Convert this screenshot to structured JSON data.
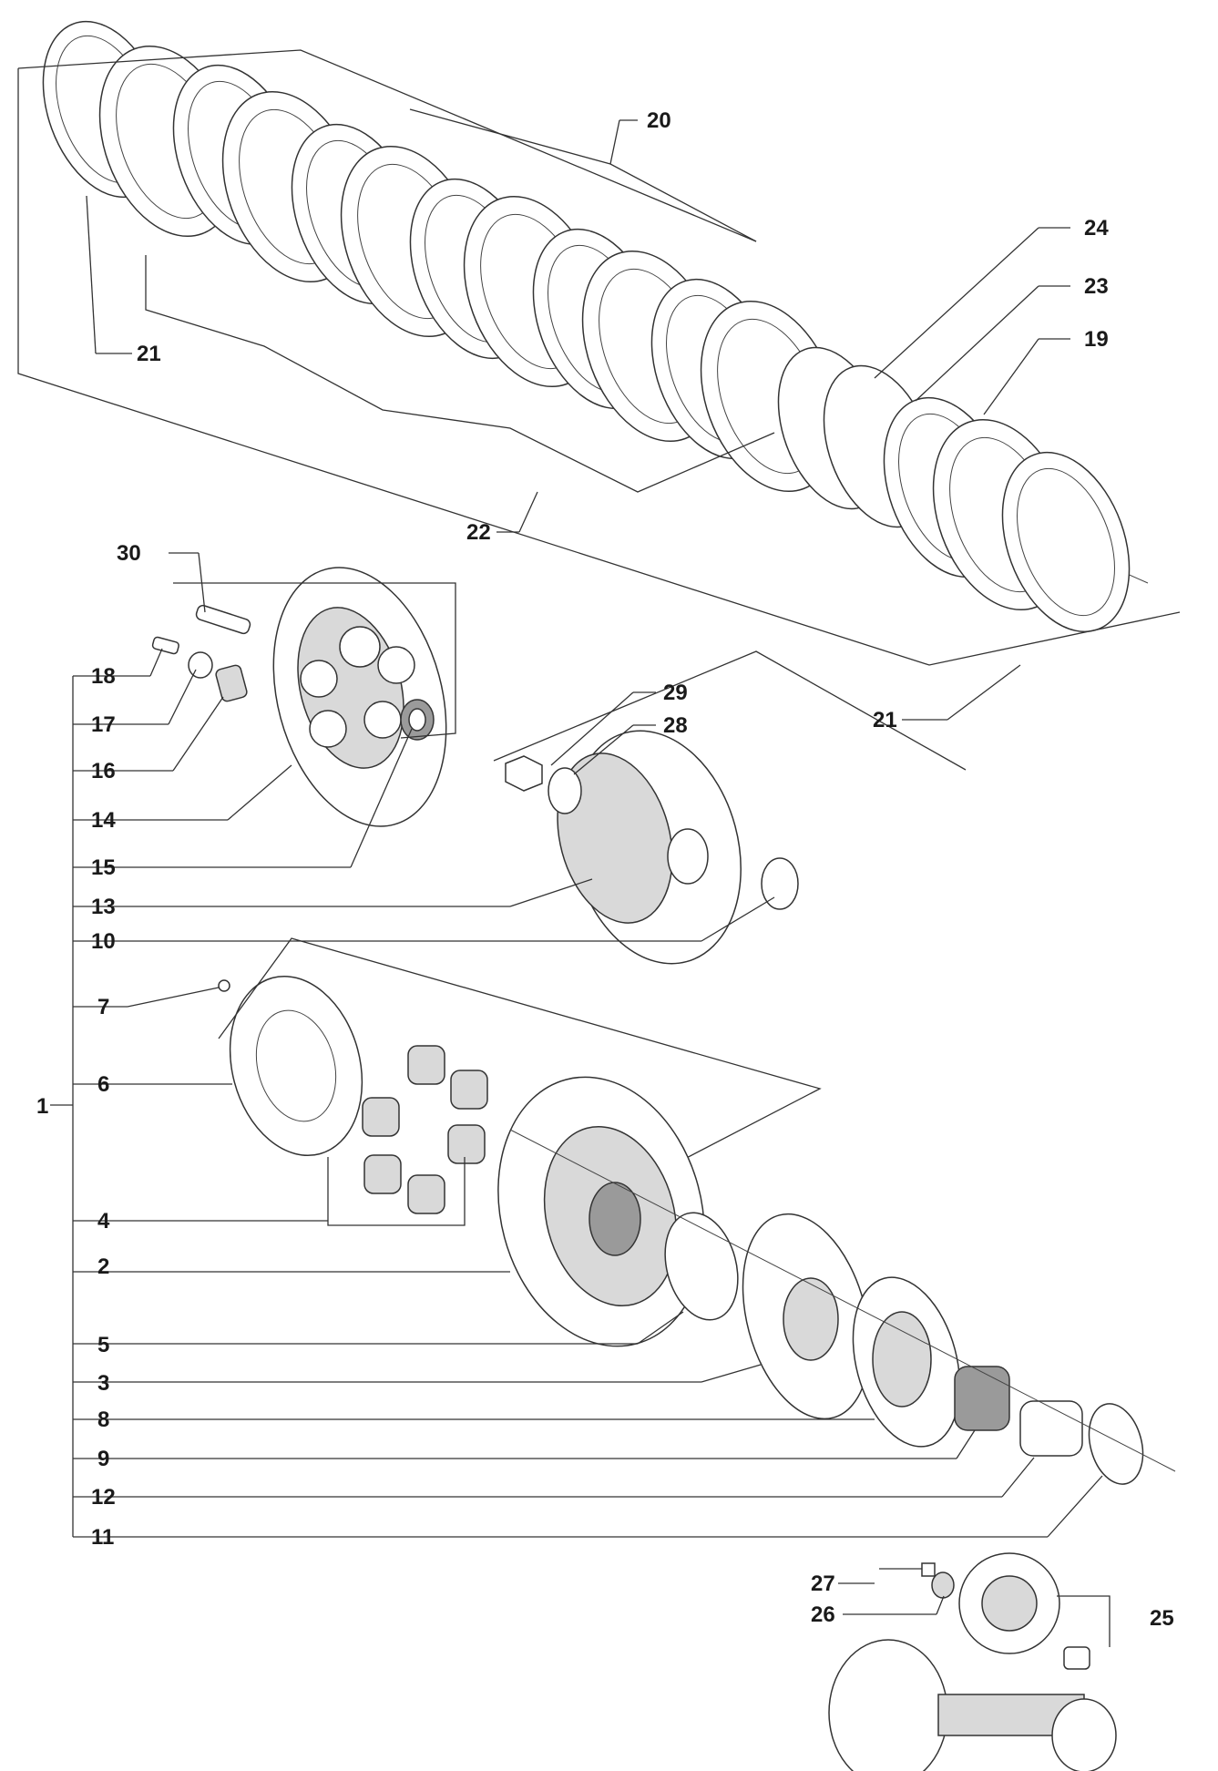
{
  "callouts": {
    "c1": "1",
    "c2": "2",
    "c3": "3",
    "c4": "4",
    "c5": "5",
    "c6": "6",
    "c7": "7",
    "c8": "8",
    "c9": "9",
    "c10": "10",
    "c11": "11",
    "c12": "12",
    "c13": "13",
    "c14": "14",
    "c15": "15",
    "c16": "16",
    "c17": "17",
    "c18": "18",
    "c19": "19",
    "c20": "20",
    "c21a": "21",
    "c21b": "21",
    "c22": "22",
    "c23": "23",
    "c24": "24",
    "c25": "25",
    "c26": "26",
    "c27": "27",
    "c28": "28",
    "c29": "29",
    "c30": "30"
  }
}
